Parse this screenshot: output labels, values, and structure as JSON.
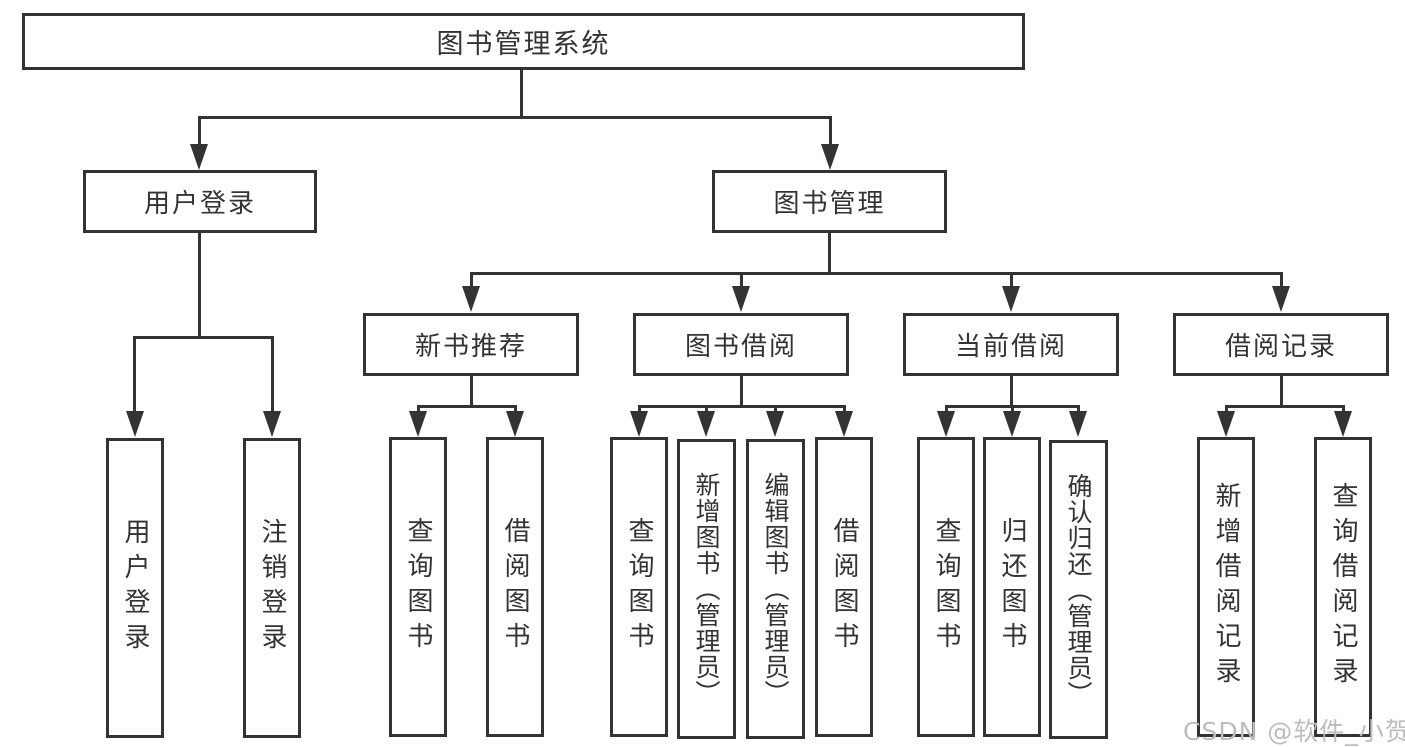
{
  "diagram": {
    "type": "tree",
    "root": {
      "label": "图书管理系统"
    },
    "level2": [
      {
        "id": "user-login",
        "label": "用户登录",
        "children": [
          {
            "label": "用户登录"
          },
          {
            "label": "注销登录"
          }
        ]
      },
      {
        "id": "book-management",
        "label": "图书管理",
        "children": [
          {
            "id": "new-book-recommend",
            "label": "新书推荐",
            "children": [
              {
                "label": "查询图书"
              },
              {
                "label": "借阅图书"
              }
            ]
          },
          {
            "id": "book-borrowing",
            "label": "图书借阅",
            "children": [
              {
                "label": "查询图书"
              },
              {
                "label": "新增图书（管理员）"
              },
              {
                "label": "编辑图书（管理员）"
              },
              {
                "label": "借阅图书"
              }
            ]
          },
          {
            "id": "current-borrowing",
            "label": "当前借阅",
            "children": [
              {
                "label": "查询图书"
              },
              {
                "label": "归还图书"
              },
              {
                "label": "确认归还（管理员）"
              }
            ]
          },
          {
            "id": "borrowing-records",
            "label": "借阅记录",
            "children": [
              {
                "label": "新增借阅记录"
              },
              {
                "label": "查询借阅记录"
              }
            ]
          }
        ]
      }
    ],
    "watermark": "CSDN @软件_小贺同学",
    "colors": {
      "line": "#333333",
      "box_border": "#333333",
      "box_fill": "#ffffff",
      "text": "#333333",
      "watermark": "#bdbdbd",
      "background": "#ffffff"
    }
  }
}
